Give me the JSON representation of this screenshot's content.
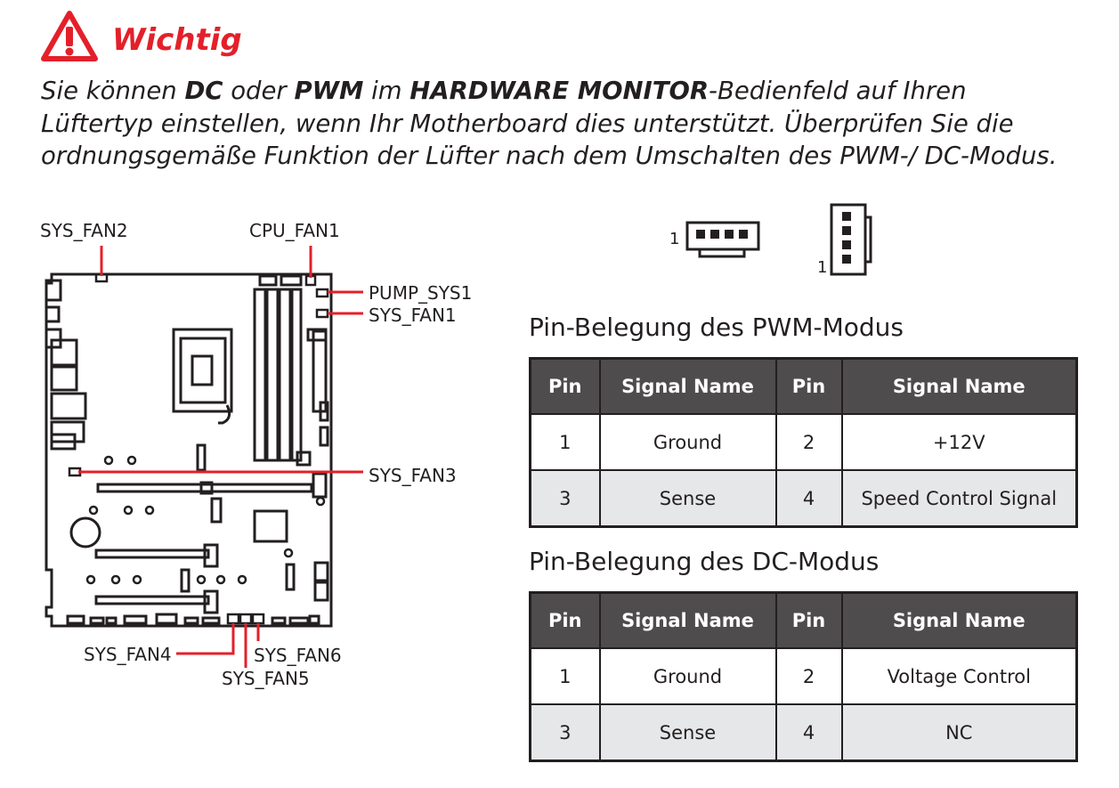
{
  "warning": {
    "title": "Wichtig",
    "icon": "warning-triangle-icon",
    "accent_color": "#e3202a",
    "line1": [
      "Sie können ",
      "DC",
      " oder ",
      "PWM",
      " im ",
      "HARDWARE MONITOR",
      "-Bedienfeld auf Ihren"
    ],
    "line2": "Lüftertyp einstellen, wenn Ihr Motherboard dies unterstützt. Überprüfen Sie die",
    "line3": "ordnungsgemäße Funktion der  Lüfter nach dem Umschalten des PWM-/ DC-Modus."
  },
  "diagram": {
    "labels": {
      "sys_fan2": "SYS_FAN2",
      "cpu_fan1": "CPU_FAN1",
      "pump_sys1": "PUMP_SYS1",
      "sys_fan1": "SYS_FAN1",
      "sys_fan3": "SYS_FAN3",
      "sys_fan4": "SYS_FAN4",
      "sys_fan5": "SYS_FAN5",
      "sys_fan6": "SYS_FAN6"
    },
    "connector_pin1_label": "1"
  },
  "pwm": {
    "title": "Pin-Belegung des PWM-Modus",
    "headers": [
      "Pin",
      "Signal Name",
      "Pin",
      "Signal Name"
    ],
    "rows": [
      [
        "1",
        "Ground",
        "2",
        "+12V"
      ],
      [
        "3",
        "Sense",
        "4",
        "Speed Control Signal"
      ]
    ]
  },
  "dc": {
    "title": "Pin-Belegung des DC-Modus",
    "headers": [
      "Pin",
      "Signal Name",
      "Pin",
      "Signal Name"
    ],
    "rows": [
      [
        "1",
        "Ground",
        "2",
        "Voltage Control"
      ],
      [
        "3",
        "Sense",
        "4",
        "NC"
      ]
    ]
  }
}
